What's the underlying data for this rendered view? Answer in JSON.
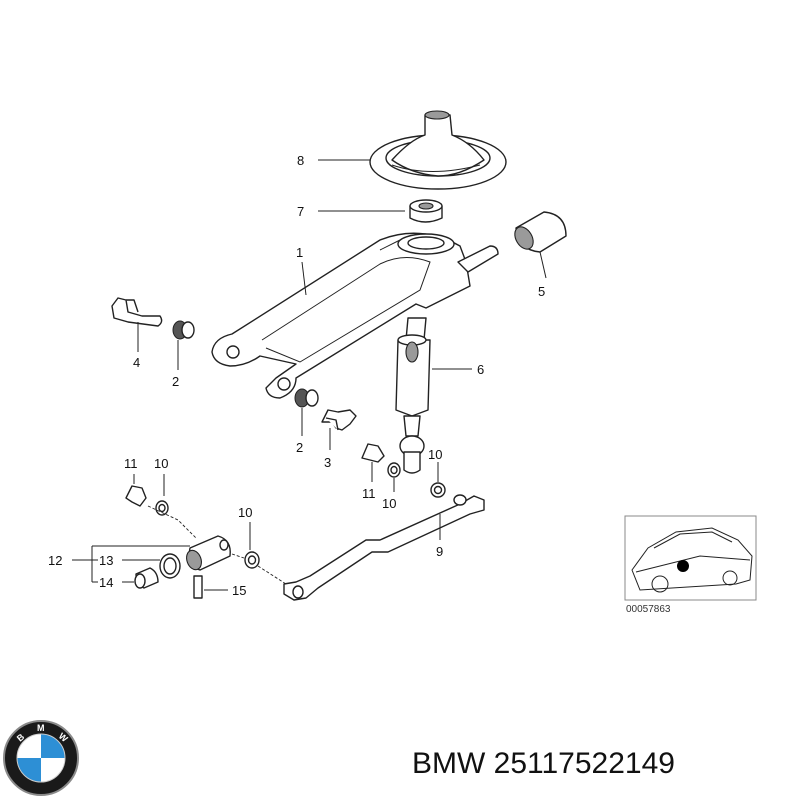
{
  "callouts": {
    "c1": "1",
    "c2a": "2",
    "c2b": "2",
    "c3": "3",
    "c4": "4",
    "c5": "5",
    "c6": "6",
    "c7": "7",
    "c8": "8",
    "c9": "9",
    "c10a": "10",
    "c10b": "10",
    "c10c": "10",
    "c10d": "10",
    "c11a": "11",
    "c11b": "11",
    "c12": "12",
    "c13": "13",
    "c14": "14",
    "c15": "15"
  },
  "inset": {
    "code": "00057863"
  },
  "logo": {
    "letters": [
      "B",
      "M",
      "W"
    ]
  },
  "footer": {
    "part_label": "BMW 25117522149"
  },
  "colors": {
    "logo_blue": "#2d8fd5",
    "logo_ring": "#1a1a1a",
    "marker": "#000000"
  }
}
